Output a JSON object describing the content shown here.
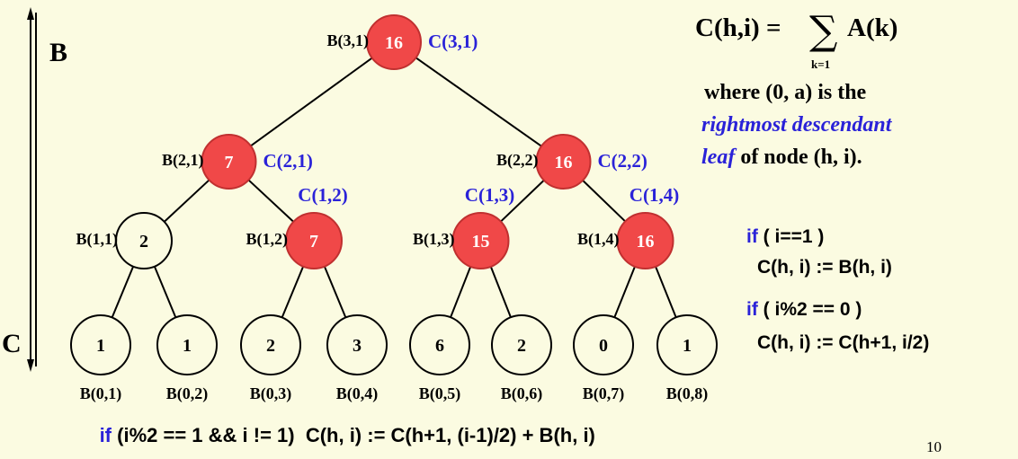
{
  "axis": {
    "top_label": "B",
    "bottom_label": "C"
  },
  "tree": {
    "nodes": [
      {
        "id": "3-1",
        "h": 3,
        "i": 1,
        "value": "16",
        "highlighted": true,
        "b_label": "B(3,1)",
        "c_label": "C(3,1)"
      },
      {
        "id": "2-1",
        "h": 2,
        "i": 1,
        "value": "7",
        "highlighted": true,
        "b_label": "B(2,1)",
        "c_label": "C(2,1)"
      },
      {
        "id": "2-2",
        "h": 2,
        "i": 2,
        "value": "16",
        "highlighted": true,
        "b_label": "B(2,2)",
        "c_label": "C(2,2)"
      },
      {
        "id": "1-1",
        "h": 1,
        "i": 1,
        "value": "2",
        "highlighted": false,
        "b_label": "B(1,1)",
        "c_label": ""
      },
      {
        "id": "1-2",
        "h": 1,
        "i": 2,
        "value": "7",
        "highlighted": true,
        "b_label": "B(1,2)",
        "c_label": "C(1,2)"
      },
      {
        "id": "1-3",
        "h": 1,
        "i": 3,
        "value": "15",
        "highlighted": true,
        "b_label": "B(1,3)",
        "c_label": "C(1,3)"
      },
      {
        "id": "1-4",
        "h": 1,
        "i": 4,
        "value": "16",
        "highlighted": true,
        "b_label": "B(1,4)",
        "c_label": "C(1,4)"
      },
      {
        "id": "0-1",
        "h": 0,
        "i": 1,
        "value": "1",
        "highlighted": false,
        "b_label": "B(0,1)",
        "c_label": ""
      },
      {
        "id": "0-2",
        "h": 0,
        "i": 2,
        "value": "1",
        "highlighted": false,
        "b_label": "B(0,2)",
        "c_label": ""
      },
      {
        "id": "0-3",
        "h": 0,
        "i": 3,
        "value": "2",
        "highlighted": false,
        "b_label": "B(0,3)",
        "c_label": ""
      },
      {
        "id": "0-4",
        "h": 0,
        "i": 4,
        "value": "3",
        "highlighted": false,
        "b_label": "B(0,4)",
        "c_label": ""
      },
      {
        "id": "0-5",
        "h": 0,
        "i": 5,
        "value": "6",
        "highlighted": false,
        "b_label": "B(0,5)",
        "c_label": ""
      },
      {
        "id": "0-6",
        "h": 0,
        "i": 6,
        "value": "2",
        "highlighted": false,
        "b_label": "B(0,6)",
        "c_label": ""
      },
      {
        "id": "0-7",
        "h": 0,
        "i": 7,
        "value": "0",
        "highlighted": false,
        "b_label": "B(0,7)",
        "c_label": ""
      },
      {
        "id": "0-8",
        "h": 0,
        "i": 8,
        "value": "1",
        "highlighted": false,
        "b_label": "B(0,8)",
        "c_label": ""
      }
    ],
    "edges": [
      [
        "3-1",
        "2-1"
      ],
      [
        "3-1",
        "2-2"
      ],
      [
        "2-1",
        "1-1"
      ],
      [
        "2-1",
        "1-2"
      ],
      [
        "2-2",
        "1-3"
      ],
      [
        "2-2",
        "1-4"
      ],
      [
        "1-1",
        "0-1"
      ],
      [
        "1-1",
        "0-2"
      ],
      [
        "1-2",
        "0-3"
      ],
      [
        "1-2",
        "0-4"
      ],
      [
        "1-3",
        "0-5"
      ],
      [
        "1-3",
        "0-6"
      ],
      [
        "1-4",
        "0-7"
      ],
      [
        "1-4",
        "0-8"
      ]
    ]
  },
  "formula": {
    "lhs": "C(h,i) =",
    "sum_symbol": "∑",
    "sum_lower": "k=1",
    "rhs": "A(k)"
  },
  "description": {
    "line1": "where (0, a) is the",
    "line2": "rightmost descendant",
    "line3_em": "leaf",
    "line3_rest": " of node (h, i)."
  },
  "rules": [
    {
      "keyword": "if",
      "condition": " ( i==1 )",
      "action": "C(h, i) := B(h, i)"
    },
    {
      "keyword": "if",
      "condition": " ( i%2 == 0 )",
      "action": "C(h, i) := C(h+1, i/2)"
    }
  ],
  "bottom_rule": {
    "keyword": "if",
    "text": " (i%2 == 1 && i != 1)  C(h, i) := C(h+1, (i-1)/2) + B(h, i)"
  },
  "page_number": "10",
  "colors": {
    "background": "#fbfbe1",
    "highlight_fill": "#f04848",
    "highlight_stroke": "#c03030",
    "blue_text": "#2a22d8",
    "node_stroke": "#000000"
  }
}
